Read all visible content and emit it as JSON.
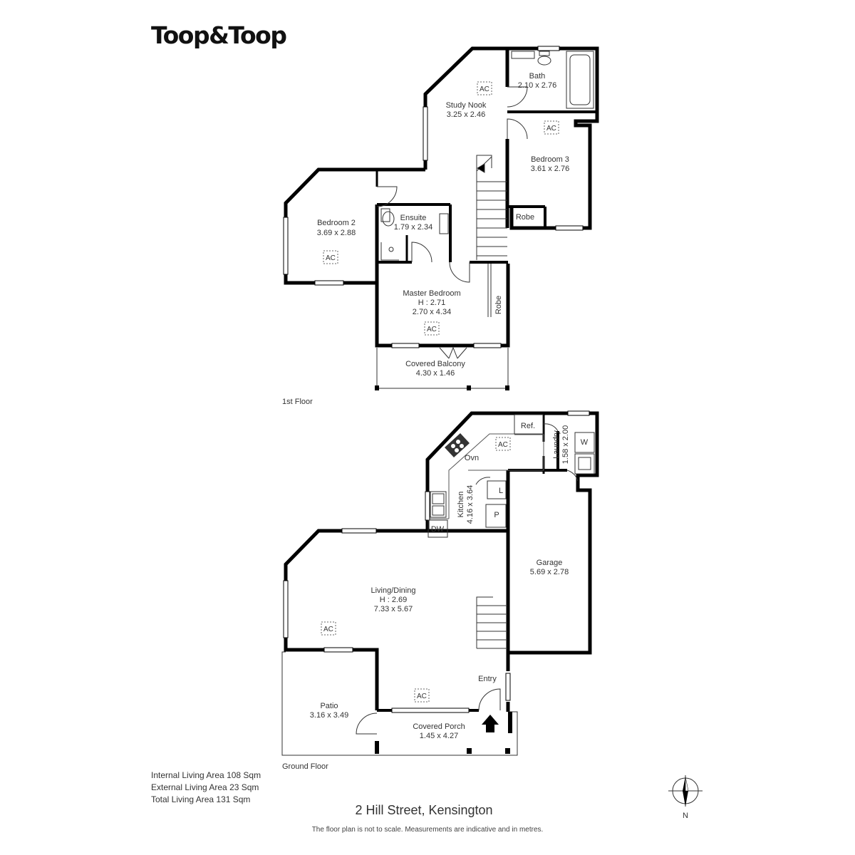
{
  "brand": {
    "logo_text": "Toop&Toop"
  },
  "floors": [
    {
      "label": "1st Floor"
    },
    {
      "label": "Ground Floor"
    }
  ],
  "rooms": {
    "bath": {
      "name": "Bath",
      "dims": "2.10 x 2.76"
    },
    "study_nook": {
      "name": "Study Nook",
      "dims": "3.25 x 2.46"
    },
    "bedroom3": {
      "name": "Bedroom 3",
      "dims": "3.61 x 2.76"
    },
    "robe_bed3": {
      "name": "Robe"
    },
    "bedroom2": {
      "name": "Bedroom 2",
      "dims": "3.69 x 2.88"
    },
    "ensuite": {
      "name": "Ensuite",
      "dims": "1.79 x 2.34"
    },
    "master_bedroom": {
      "name": "Master Bedroom",
      "height": "H : 2.71",
      "dims": "2.70 x 4.34"
    },
    "robe_master": {
      "name": "Robe"
    },
    "covered_balcony": {
      "name": "Covered Balcony",
      "dims": "4.30 x 1.46"
    },
    "kitchen": {
      "name": "Kitchen",
      "dims": "4.16 x 3.64"
    },
    "laundry": {
      "name": "Laundry",
      "dims": "1.58 x 2.00"
    },
    "garage": {
      "name": "Garage",
      "dims": "5.69 x 2.78"
    },
    "living_dining": {
      "name": "Living/Dining",
      "height": "H : 2.69",
      "dims": "7.33 x 5.67"
    },
    "entry": {
      "name": "Entry"
    },
    "patio": {
      "name": "Patio",
      "dims": "3.16 x 3.49"
    },
    "covered_porch": {
      "name": "Covered Porch",
      "dims": "1.45 x 4.27"
    }
  },
  "fixtures": {
    "ac": "AC",
    "refrigerator": "Ref.",
    "oven": "Ovn",
    "dishwasher": "DW",
    "washer": "W",
    "linen": "L",
    "pantry": "P"
  },
  "areas": [
    "Internal Living Area 108 Sqm",
    "External Living Area 23 Sqm",
    "Total Living Area 131 Sqm"
  ],
  "address": "2 Hill Street, Kensington",
  "disclaimer": "The floor plan is not to scale. Measurements are indicative and in metres.",
  "compass": {
    "north_label": "N"
  }
}
